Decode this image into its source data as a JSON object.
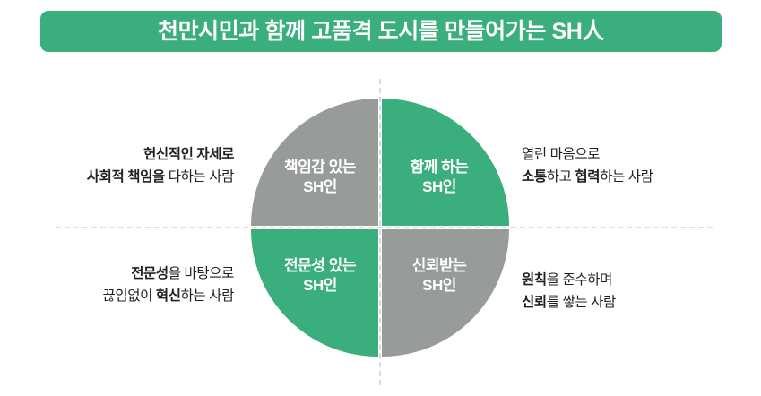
{
  "header": {
    "title": "천만시민과 함께 고품격 도시를 만들어가는 SH人",
    "background_color": "#3aae7c",
    "text_color": "#ffffff"
  },
  "colors": {
    "green": "#3aae7c",
    "gray": "#989c99",
    "text": "#231f20",
    "guide_line": "#dcdcdc",
    "background": "#ffffff"
  },
  "diagram": {
    "type": "quadrant-circle",
    "quadrants": [
      {
        "position": "top-left",
        "color": "#989c99",
        "line1": "책임감 있는",
        "line2": "SH인"
      },
      {
        "position": "top-right",
        "color": "#3aae7c",
        "line1": "함께 하는",
        "line2": "SH인"
      },
      {
        "position": "bottom-left",
        "color": "#3aae7c",
        "line1": "전문성 있는",
        "line2": "SH인"
      },
      {
        "position": "bottom-right",
        "color": "#989c99",
        "line1": "신뢰받는",
        "line2": "SH인"
      }
    ],
    "descriptions": [
      {
        "position": "top-left",
        "align": "right",
        "line1_bold": "헌신적인 자세로",
        "line1_normal": "",
        "line2_bold": "사회적 책임을",
        "line2_normal": " 다하는 사람"
      },
      {
        "position": "top-right",
        "align": "left",
        "line1_normal": "열린 마음으로",
        "line2_bold_a": "소통",
        "line2_normal_a": "하고 ",
        "line2_bold_b": "협력",
        "line2_normal_b": "하는 사람"
      },
      {
        "position": "bottom-left",
        "align": "right",
        "line1_bold": "전문성",
        "line1_normal": "을 바탕으로",
        "line2_normal_a": "끊임없이 ",
        "line2_bold": "혁신",
        "line2_normal_b": "하는 사람"
      },
      {
        "position": "bottom-right",
        "align": "left",
        "line1_bold": "원칙",
        "line1_normal": "을 준수하며",
        "line2_bold": "신뢰",
        "line2_normal": "를 쌓는 사람"
      }
    ]
  }
}
